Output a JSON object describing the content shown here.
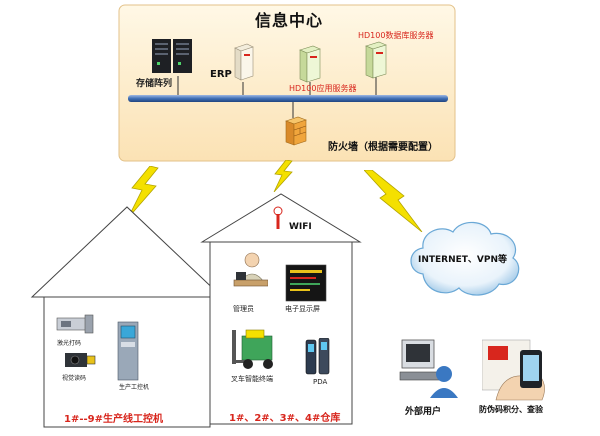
{
  "info_center": {
    "title": "信息中心",
    "storage_array": "存储阵列",
    "erp": "ERP",
    "db_server": "HD100数据库服务器",
    "app_server": "HD100应用服务器",
    "firewall": "防火墙（根据需要配置）"
  },
  "production": {
    "label": "1#--9#生产线工控机",
    "laser_marker": "激光打码",
    "camera": "视觉读码",
    "industrial_pc": "生产工控机"
  },
  "warehouse": {
    "wifi": "WIFI",
    "label": "1#、2#、3#、4#仓库",
    "admin": "管理员",
    "display": "电子显示屏",
    "forklift": "叉车智能终端",
    "pda": "PDA"
  },
  "internet": {
    "label": "INTERNET、VPN等"
  },
  "external": {
    "user": "外部用户",
    "antifake": "防伪码积分、查验"
  },
  "colors": {
    "accent_red": "#d8261d",
    "bus_blue": "#3f6fb5",
    "lightning": "#f4e000"
  }
}
